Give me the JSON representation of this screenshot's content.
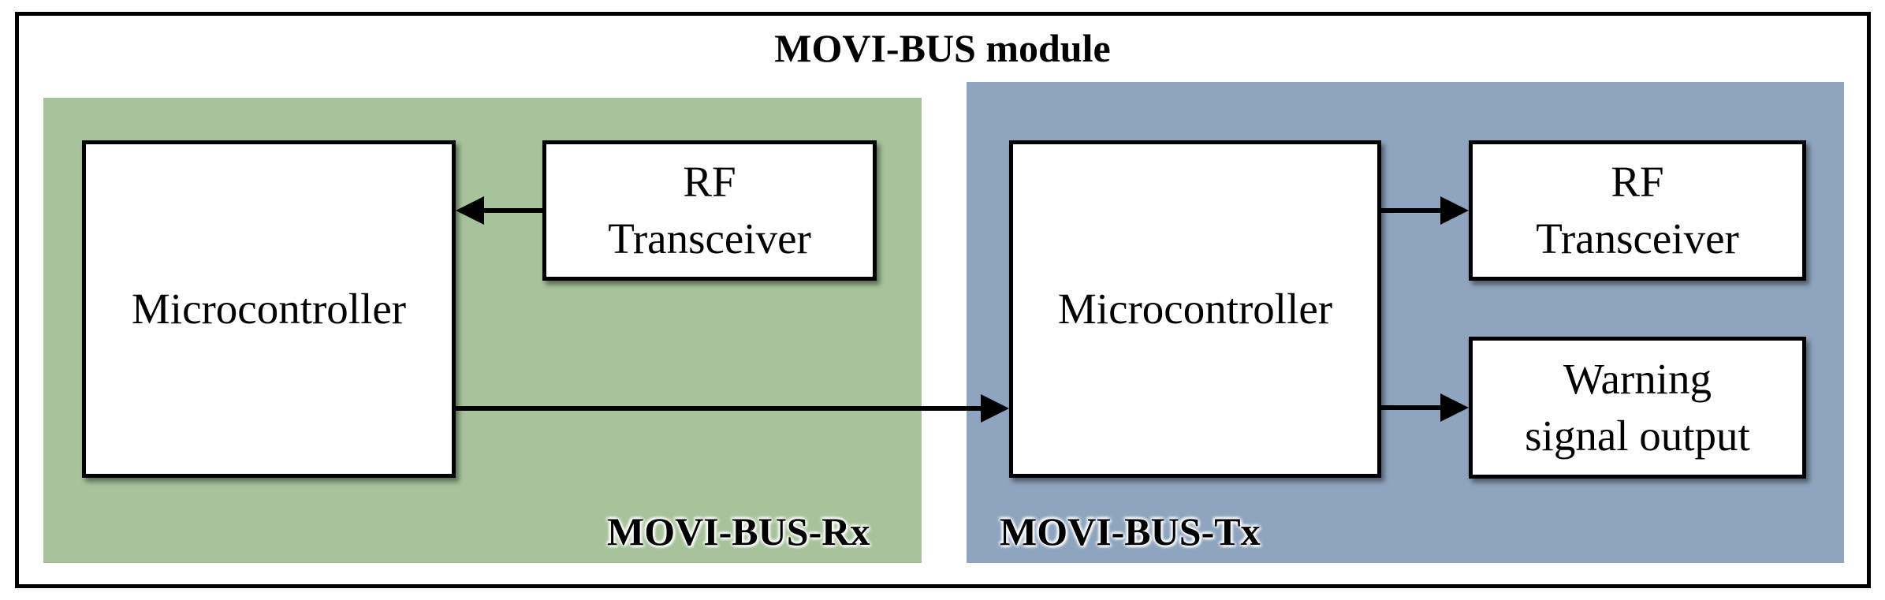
{
  "diagram": {
    "title": "MOVI-BUS module",
    "colors": {
      "rx_panel": "#a7c39b",
      "tx_panel": "#8fa5bf",
      "border": "#000000",
      "block_fill": "#ffffff"
    },
    "panels": {
      "rx": {
        "label": "MOVI-BUS-Rx"
      },
      "tx": {
        "label": "MOVI-BUS-Tx"
      }
    },
    "blocks": {
      "rx_microcontroller": {
        "line1": "Microcontroller"
      },
      "rx_rf": {
        "line1": "RF",
        "line2": "Transceiver"
      },
      "tx_microcontroller": {
        "line1": "Microcontroller"
      },
      "tx_rf": {
        "line1": "RF",
        "line2": "Transceiver"
      },
      "tx_warning": {
        "line1": "Warning",
        "line2": "signal output"
      }
    },
    "edges": [
      {
        "from": "rx_rf",
        "to": "rx_microcontroller"
      },
      {
        "from": "rx_microcontroller",
        "to": "tx_microcontroller"
      },
      {
        "from": "tx_microcontroller",
        "to": "tx_rf"
      },
      {
        "from": "tx_microcontroller",
        "to": "tx_warning"
      }
    ]
  }
}
